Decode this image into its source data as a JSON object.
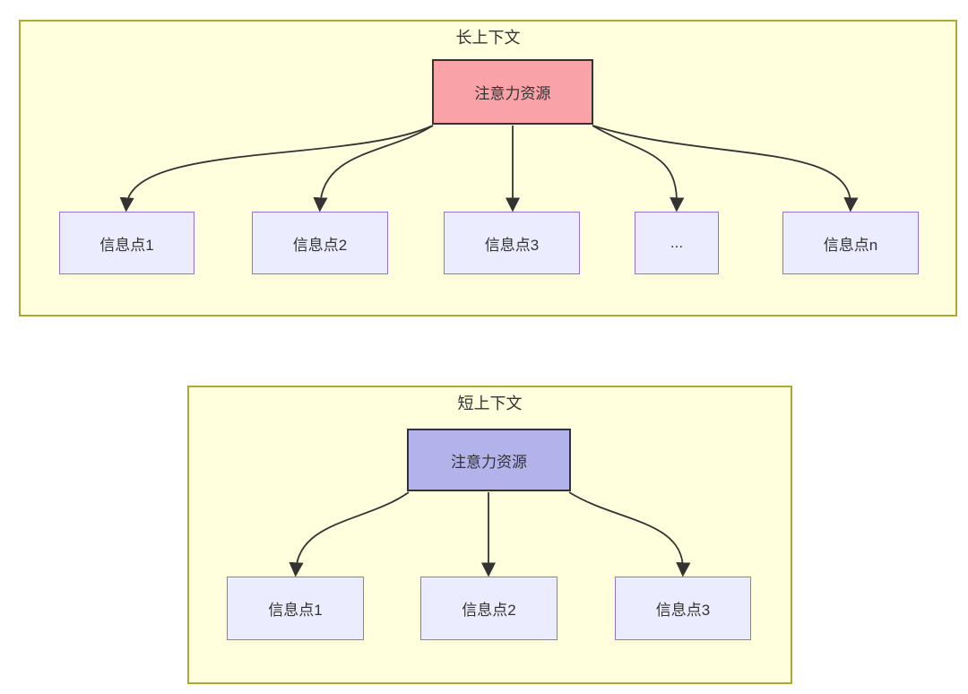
{
  "diagram": {
    "type": "flowchart",
    "groups": [
      {
        "title": "长上下文",
        "source": {
          "label": "注意力资源"
        },
        "targets": [
          {
            "label": "信息点1"
          },
          {
            "label": "信息点2"
          },
          {
            "label": "信息点3"
          },
          {
            "label": "..."
          },
          {
            "label": "信息点n"
          }
        ]
      },
      {
        "title": "短上下文",
        "source": {
          "label": "注意力资源"
        },
        "targets": [
          {
            "label": "信息点1"
          },
          {
            "label": "信息点2"
          },
          {
            "label": "信息点3"
          }
        ]
      }
    ],
    "colors": {
      "group_fill": "#ffffde",
      "group_border": "#aaaa33",
      "node_fill": "#ececff",
      "node_border": "#9370db",
      "attention_long_fill": "#f9a2a8",
      "attention_short_fill": "#b3b3ec",
      "dark_border": "#333333",
      "arrow": "#333333",
      "text": "#333333"
    }
  }
}
